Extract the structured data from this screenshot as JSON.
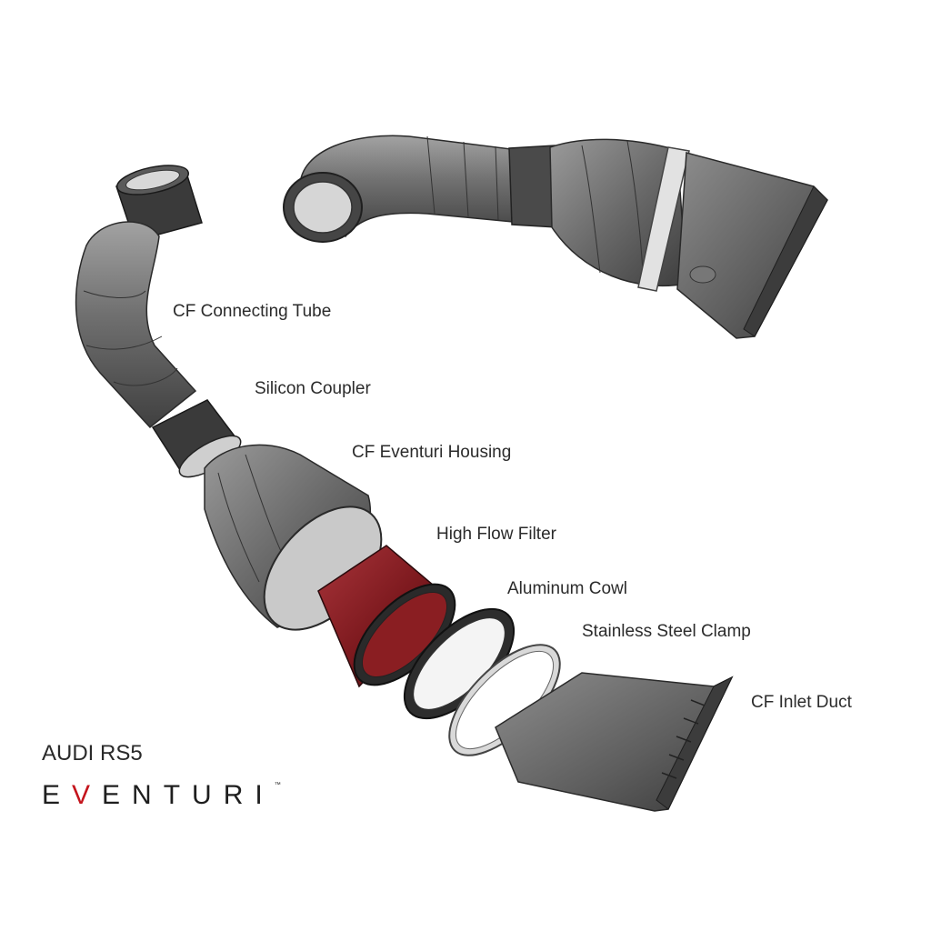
{
  "callouts": {
    "connecting_tube": "CF Connecting Tube",
    "silicon_coupler": "Silicon Coupler",
    "eventuri_housing": "CF Eventuri Housing",
    "high_flow_filter": "High Flow Filter",
    "aluminum_cowl": "Aluminum Cowl",
    "stainless_clamp": "Stainless Steel Clamp",
    "inlet_duct": "CF Inlet Duct"
  },
  "model": "AUDI RS5",
  "brand": {
    "first": "E",
    "accent": "V",
    "rest": "ENTURI",
    "tm": "™",
    "accent_color": "#c4141c"
  },
  "colors": {
    "carbon_grey": "#6e6e6e",
    "filter_red": "#8a1e22",
    "clamp_silver": "#dcdcdc"
  }
}
